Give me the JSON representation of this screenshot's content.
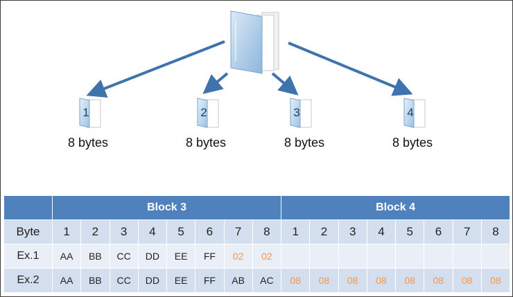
{
  "blocks": [
    {
      "number": "1",
      "size_label": "8 bytes"
    },
    {
      "number": "2",
      "size_label": "8 bytes"
    },
    {
      "number": "3",
      "size_label": "8 bytes"
    },
    {
      "number": "4",
      "size_label": "8 bytes"
    }
  ],
  "table": {
    "block_headers": [
      "Block 3",
      "Block 4"
    ],
    "byte_label": "Byte",
    "byte_numbers": [
      "1",
      "2",
      "3",
      "4",
      "5",
      "6",
      "7",
      "8",
      "1",
      "2",
      "3",
      "4",
      "5",
      "6",
      "7",
      "8"
    ],
    "rows": [
      {
        "label": "Ex.1",
        "cells": [
          "AA",
          "BB",
          "CC",
          "DD",
          "EE",
          "FF",
          "02",
          "02",
          "",
          "",
          "",
          "",
          "",
          "",
          "",
          ""
        ],
        "padding_from": 6
      },
      {
        "label": "Ex.2",
        "cells": [
          "AA",
          "BB",
          "CC",
          "DD",
          "EE",
          "FF",
          "AB",
          "AC",
          "08",
          "08",
          "08",
          "08",
          "08",
          "08",
          "08",
          "08"
        ],
        "padding_from": 8
      }
    ]
  },
  "colors": {
    "header_blue": "#4f81bd",
    "row_light": "#e9eef7",
    "row_mid": "#d3dfee",
    "padding_orange": "#f79646",
    "arrow_blue": "#3f73ad"
  },
  "icons": {
    "source": "folder-icon",
    "block": "file-icon"
  }
}
